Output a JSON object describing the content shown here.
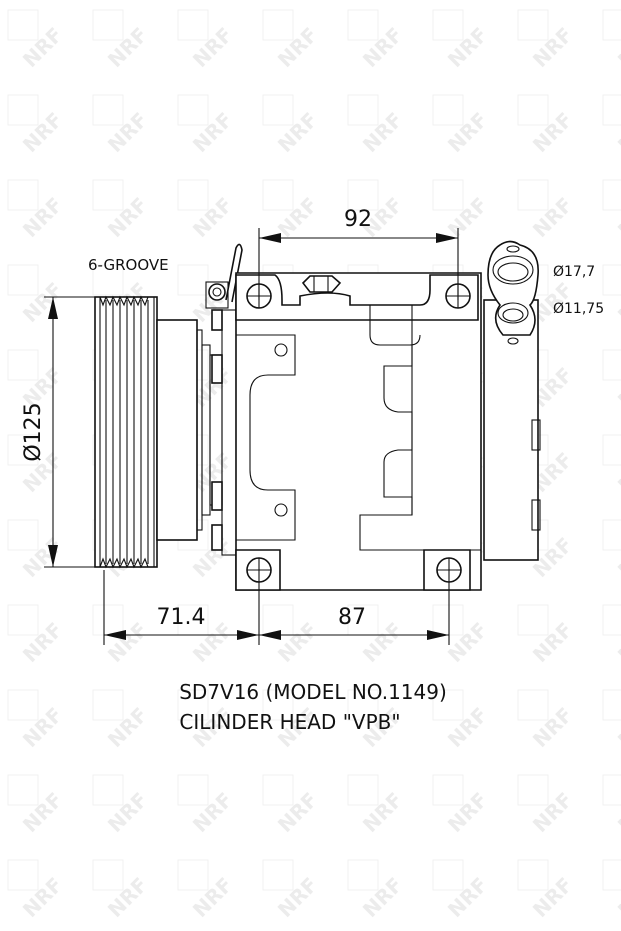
{
  "watermark": "NRF",
  "labels": {
    "groove": "6-GROOVE",
    "pulley_diameter": "Ø125",
    "top_span": "92",
    "bottom_span": "87",
    "pulley_offset": "71.4",
    "port_large": "Ø17,7",
    "port_small": "Ø11,75"
  },
  "caption": {
    "line1": "SD7V16 (MODEL NO.1149)",
    "line2": "CILINDER HEAD \"VPB\""
  }
}
